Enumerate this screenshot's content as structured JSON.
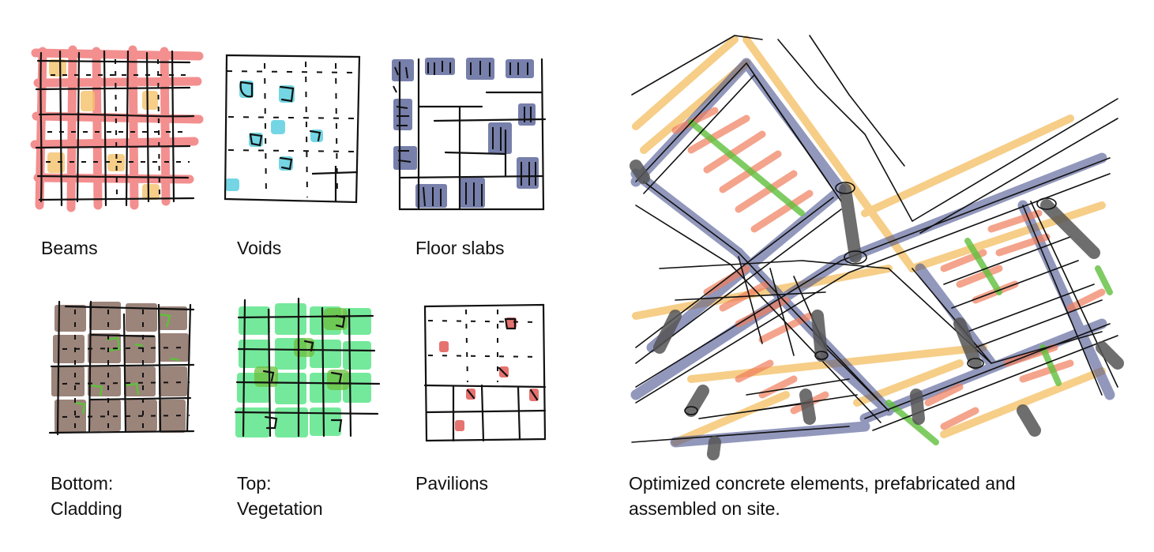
{
  "panels": [
    {
      "id": "beams",
      "label": "Beams",
      "fill": "#f06a6a",
      "accent": "#f5c36b"
    },
    {
      "id": "voids",
      "label": "Voids",
      "fill": "#5ccfe0"
    },
    {
      "id": "floor_slabs",
      "label": "Floor slabs",
      "fill": "#4a5590"
    },
    {
      "id": "cladding",
      "label_line1": "Bottom:",
      "label_line2": "Cladding",
      "fill": "#8a6f63",
      "accent": "#5fbf3c"
    },
    {
      "id": "vegetation",
      "label_line1": "Top:",
      "label_line2": "Vegetation",
      "fill": "#47e27a"
    },
    {
      "id": "pavilions",
      "label": "Pavilions",
      "fill": "#e0504c"
    }
  ],
  "main_illustration": {
    "caption_line1": "Optimized concrete elements, prefabricated  and",
    "caption_line2": "assembled on site.",
    "colors": {
      "beam": "#4a5590",
      "secondary": "#f5c36b",
      "infill": "#f07e5c",
      "highlight": "#5fbf3c",
      "column": "#555555"
    }
  }
}
